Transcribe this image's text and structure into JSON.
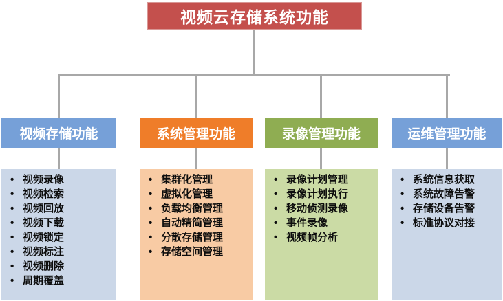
{
  "diagram": {
    "title": "视频云存储系统功能",
    "colors": {
      "title_bg": "#C4504D",
      "title_border": "#D99795",
      "connector": "#A8A8A8",
      "blue_header": "#76A0D8",
      "blue_list": "#CBD7E8",
      "orange_header": "#EF7D29",
      "orange_list": "#F8CBA4",
      "green_header": "#8FAD52",
      "green_list": "#CBDBA5",
      "title_text": "#FFFFFF",
      "item_text": "#0D0D0D"
    },
    "columns": [
      {
        "header": "视频存储功能",
        "header_color": "#76A0D8",
        "list_color": "#CBD7E8",
        "items": [
          "视频录像",
          "视频检索",
          "视频回放",
          "视频下载",
          "视频锁定",
          "视频标注",
          "视频删除",
          "周期覆盖"
        ]
      },
      {
        "header": "系统管理功能",
        "header_color": "#EF7D29",
        "list_color": "#F8CBA4",
        "items": [
          "集群化管理",
          "虚拟化管理",
          "负载均衡管理",
          "自动精简管理",
          "分散存储管理",
          "存储空间管理"
        ]
      },
      {
        "header": "录像管理功能",
        "header_color": "#8FAD52",
        "list_color": "#CBDBA5",
        "items": [
          "录像计划管理",
          "录像计划执行",
          "移动侦测录像",
          "事件录像",
          "视频帧分析"
        ]
      },
      {
        "header": "运维管理功能",
        "header_color": "#76A0D8",
        "list_color": "#CBD7E8",
        "items": [
          "系统信息获取",
          "系统故障告警",
          "存储设备告警",
          "标准协议对接"
        ]
      }
    ]
  }
}
